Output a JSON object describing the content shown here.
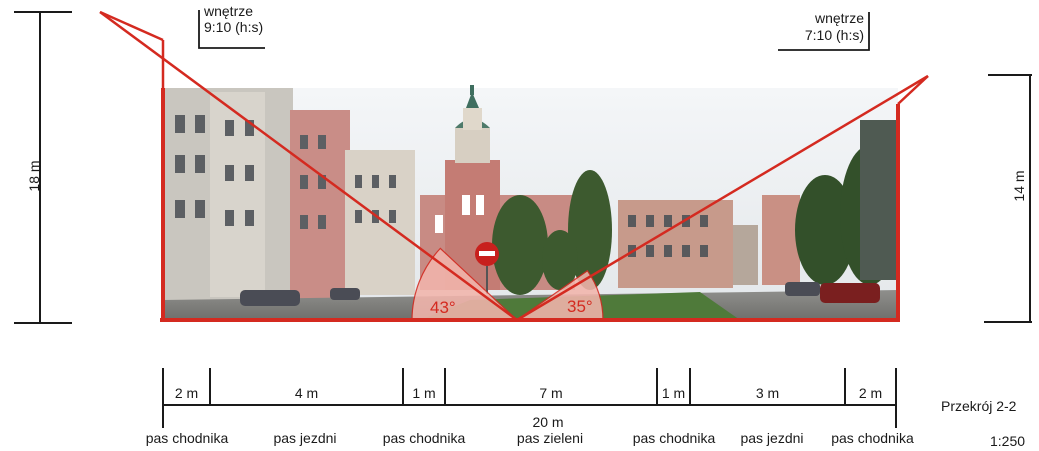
{
  "scene": {
    "colors": {
      "line": "#d42a20",
      "sector": "#f2b5ac",
      "ink": "#1a1a1a",
      "sky": "#e7ebef"
    },
    "photo": "street-panorama-with-church-tower"
  },
  "top_left": {
    "line1": "wnętrze",
    "line2": "9:10 (h:s)"
  },
  "top_right": {
    "line1": "wnętrze",
    "line2": "7:10 (h:s)"
  },
  "height_left": "18 m",
  "height_right": "14 m",
  "angles": {
    "left": "43°",
    "right": "35°"
  },
  "widths": [
    "2 m",
    "4 m",
    "1 m",
    "7 m",
    "1 m",
    "3 m",
    "2 m"
  ],
  "total": "20 m",
  "zones": [
    "pas chodnika",
    "pas jezdni",
    "pas chodnika",
    "pas zieleni",
    "pas chodnika",
    "pas jezdni",
    "pas chodnika"
  ],
  "section_title": "Przekrój 2-2",
  "scale": "1:250"
}
